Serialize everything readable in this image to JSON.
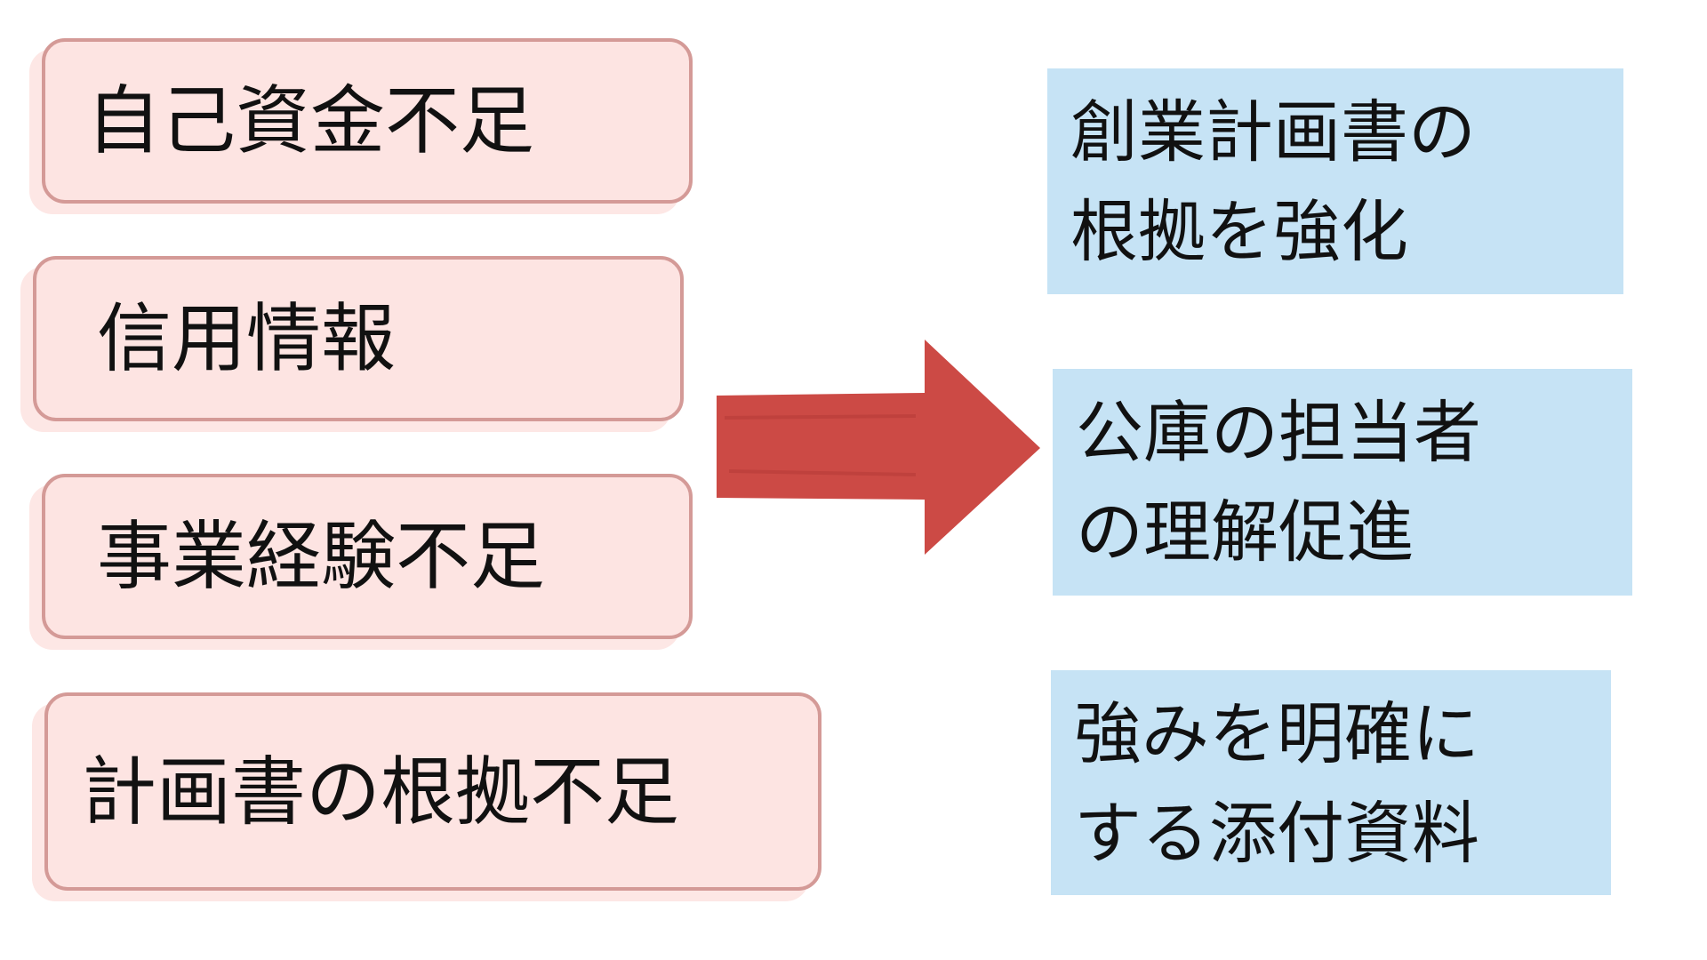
{
  "problems": [
    {
      "label": "自己資金不足"
    },
    {
      "label": "信用情報"
    },
    {
      "label": "事業経験不足"
    },
    {
      "label": "計画書の根拠不足"
    }
  ],
  "solutions": [
    {
      "line1": "創業計画書の",
      "line2": "根拠を強化"
    },
    {
      "line1": "公庫の担当者",
      "line2": "の理解促進"
    },
    {
      "line1": "強みを明確に",
      "line2": "する添付資料"
    }
  ],
  "colors": {
    "problem_fill": "#fde4e2",
    "problem_border": "#d49a97",
    "solution_fill": "#c6e3f5",
    "arrow": "#cc4a45"
  }
}
